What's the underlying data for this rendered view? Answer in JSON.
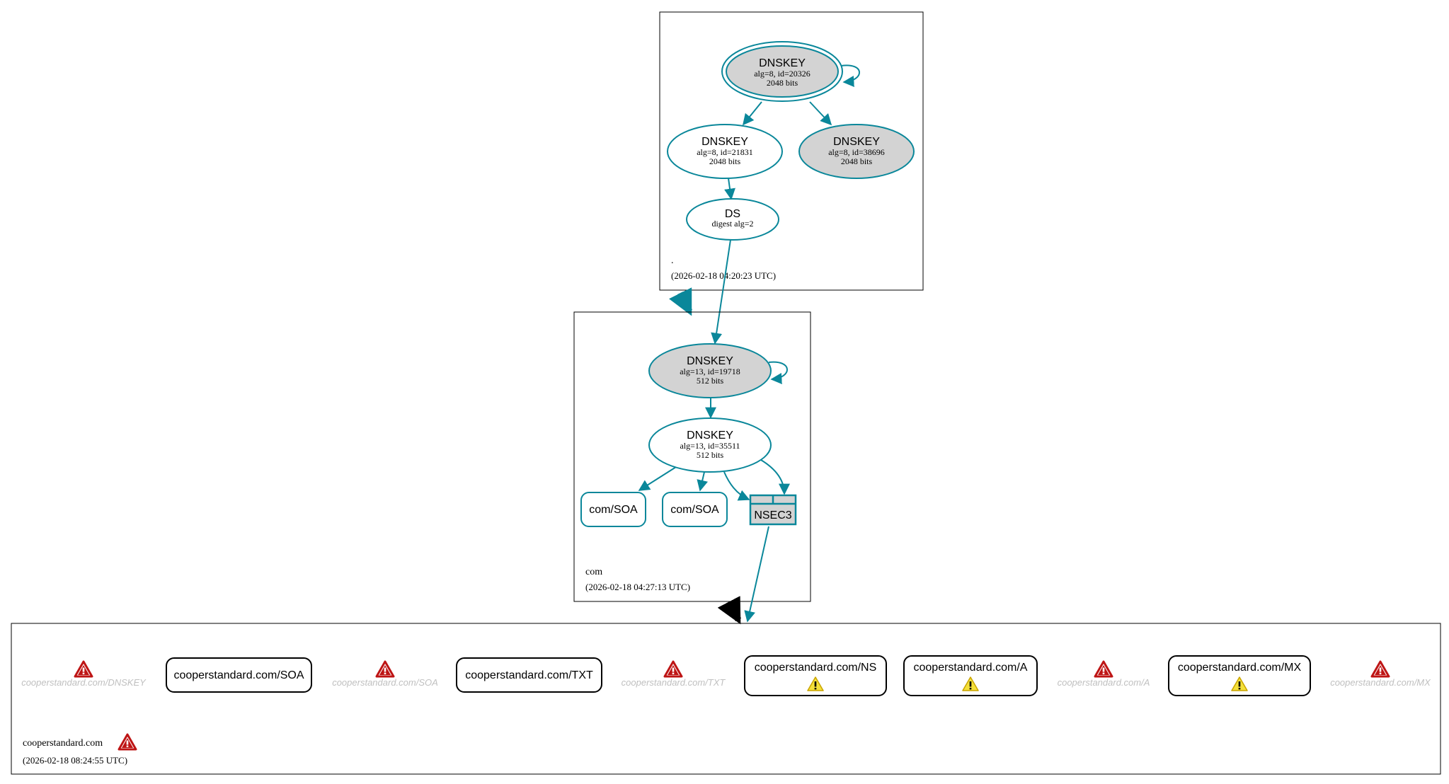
{
  "colors": {
    "edge": "#0a879a",
    "key_fill": "#d3d3d3",
    "error_red": "#be1515",
    "warning_yellow": "#f4e03a",
    "border": "#000000",
    "muted_text": "#c0c0c0"
  },
  "zones": {
    "root": {
      "name": ".",
      "timestamp": "(2026-02-18 04:20:23 UTC)"
    },
    "com": {
      "name": "com",
      "timestamp": "(2026-02-18 04:27:13 UTC)"
    },
    "cooper": {
      "name": "cooperstandard.com",
      "timestamp": "(2026-02-18 08:24:55 UTC)"
    }
  },
  "nodes": {
    "root_ksk": {
      "title": "DNSKEY",
      "line1": "alg=8, id=20326",
      "line2": "2048 bits"
    },
    "root_zsk1": {
      "title": "DNSKEY",
      "line1": "alg=8, id=21831",
      "line2": "2048 bits"
    },
    "root_zsk2": {
      "title": "DNSKEY",
      "line1": "alg=8, id=38696",
      "line2": "2048 bits"
    },
    "com_ds": {
      "title": "DS",
      "line1": "digest alg=2"
    },
    "com_ksk": {
      "title": "DNSKEY",
      "line1": "alg=13, id=19718",
      "line2": "512 bits"
    },
    "com_zsk": {
      "title": "DNSKEY",
      "line1": "alg=13, id=35511",
      "line2": "512 bits"
    },
    "com_soa1": {
      "label": "com/SOA"
    },
    "com_soa2": {
      "label": "com/SOA"
    },
    "nsec3": {
      "label": "NSEC3"
    }
  },
  "records": {
    "soa": "cooperstandard.com/SOA",
    "txt": "cooperstandard.com/TXT",
    "ns": "cooperstandard.com/NS",
    "a": "cooperstandard.com/A",
    "mx": "cooperstandard.com/MX"
  },
  "errors": {
    "dnskey": "cooperstandard.com/DNSKEY",
    "soa": "cooperstandard.com/SOA",
    "txt": "cooperstandard.com/TXT",
    "a": "cooperstandard.com/A",
    "mx": "cooperstandard.com/MX"
  },
  "icons": {
    "error": "error-triangle-icon",
    "warning": "warning-triangle-icon"
  }
}
